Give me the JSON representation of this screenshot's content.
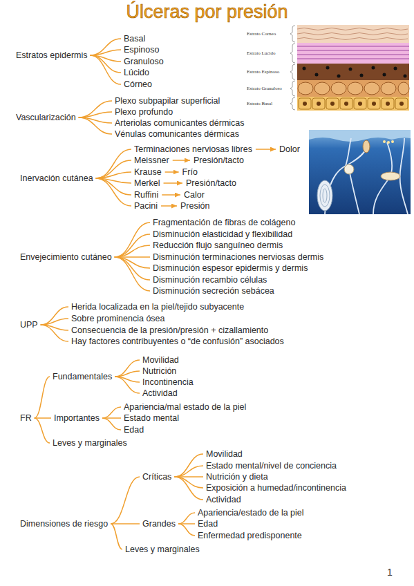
{
  "diagram": {
    "title": "Úlceras por presión",
    "nodes": [
      {
        "text": [
          "Estratos epidermis"
        ]
      },
      {
        "text": [
          "Basal"
        ]
      },
      {
        "text": [
          "Espinoso"
        ]
      },
      {
        "text": [
          "Granuloso"
        ]
      },
      {
        "text": [
          "Lúcido"
        ]
      },
      {
        "text": [
          "Córneo"
        ]
      },
      {
        "text": [
          "Vascularización"
        ]
      },
      {
        "text": [
          "Plexo subpapilar superficial"
        ]
      },
      {
        "text": [
          "Plexo profundo"
        ]
      },
      {
        "text": [
          "Arteriolas comunicantes dérmicas"
        ]
      },
      {
        "text": [
          "Vénulas comunicantes dérmicas"
        ]
      },
      {
        "text": [
          "Inervación cutánea"
        ]
      },
      {
        "text": [
          "Terminaciones nerviosas libres"
        ]
      },
      {
        "text": [
          "Dolor"
        ]
      },
      {
        "text": [
          "Meissner"
        ]
      },
      {
        "text": [
          "Presión/tacto"
        ]
      },
      {
        "text": [
          "Krause"
        ]
      },
      {
        "text": [
          "Frío"
        ]
      },
      {
        "text": [
          "Merkel"
        ]
      },
      {
        "text": [
          "Presión/tacto"
        ]
      },
      {
        "text": [
          "Ruffini"
        ]
      },
      {
        "text": [
          "Calor"
        ]
      },
      {
        "text": [
          "Pacini"
        ]
      },
      {
        "text": [
          "Presión"
        ]
      },
      {
        "text": [
          "Envejecimiento cutáneo"
        ]
      },
      {
        "text": [
          "Fragmentación de fibras de colágeno"
        ]
      },
      {
        "text": [
          "Disminución elasticidad y flexibilidad"
        ]
      },
      {
        "text": [
          "Reducción flujo sanguíneo dermis"
        ]
      },
      {
        "text": [
          "Disminución terminaciones nerviosas dermis"
        ]
      },
      {
        "text": [
          "Disminución espesor epidermis y dermis"
        ]
      },
      {
        "text": [
          "Disminución recambio células"
        ]
      },
      {
        "text": [
          "Disminución secreción sebácea"
        ]
      },
      {
        "text": [
          "UPP"
        ]
      },
      {
        "text": [
          "Herida localizada en la piel/tejido subyacente"
        ]
      },
      {
        "text": [
          "Sobre prominencia ósea"
        ]
      },
      {
        "text": [
          "Consecuencia de la presión/presión + cizallamiento"
        ]
      },
      {
        "text": [
          "Hay factores contribuyentes o “de confusión” asociados"
        ]
      },
      {
        "text": [
          "FR"
        ]
      },
      {
        "text": [
          "Fundamentales"
        ]
      },
      {
        "text": [
          "Movilidad"
        ]
      },
      {
        "text": [
          "Nutrición"
        ]
      },
      {
        "text": [
          "Incontinencia"
        ]
      },
      {
        "text": [
          "Actividad"
        ]
      },
      {
        "text": [
          "Importantes"
        ]
      },
      {
        "text": [
          "Apariencia/mal estado de la piel"
        ]
      },
      {
        "text": [
          "Estado mental"
        ]
      },
      {
        "text": [
          "Edad"
        ]
      },
      {
        "text": [
          "Leves y marginales"
        ]
      },
      {
        "text": [
          "Dimensiones de riesgo"
        ]
      },
      {
        "text": [
          "Críticas"
        ]
      },
      {
        "text": [
          "Movilidad"
        ]
      },
      {
        "text": [
          "Estado mental/nivel de conciencia"
        ]
      },
      {
        "text": [
          "Nutrición y dieta"
        ]
      },
      {
        "text": [
          "Exposición a humedad/incontinencia"
        ]
      },
      {
        "text": [
          "Actividad"
        ]
      },
      {
        "text": [
          "Grandes"
        ]
      },
      {
        "text": [
          "Apariencia/estado de la piel"
        ]
      },
      {
        "text": [
          "Edad"
        ]
      },
      {
        "text": [
          "Enfermedad predisponente"
        ]
      },
      {
        "text": [
          "Leves y marginales"
        ]
      }
    ],
    "edges": [
      {
        "from": 0,
        "to": 1,
        "arrow": "none"
      },
      {
        "from": 0,
        "to": 2,
        "arrow": "none"
      },
      {
        "from": 0,
        "to": 3,
        "arrow": "none"
      },
      {
        "from": 0,
        "to": 4,
        "arrow": "none"
      },
      {
        "from": 0,
        "to": 5,
        "arrow": "none"
      },
      {
        "from": 6,
        "to": 7,
        "arrow": "none"
      },
      {
        "from": 6,
        "to": 8,
        "arrow": "none"
      },
      {
        "from": 6,
        "to": 9,
        "arrow": "none"
      },
      {
        "from": 6,
        "to": 10,
        "arrow": "none"
      },
      {
        "from": 11,
        "to": 12,
        "arrow": "none"
      },
      {
        "from": 11,
        "to": 14,
        "arrow": "none"
      },
      {
        "from": 11,
        "to": 16,
        "arrow": "none"
      },
      {
        "from": 11,
        "to": 18,
        "arrow": "none"
      },
      {
        "from": 11,
        "to": 20,
        "arrow": "none"
      },
      {
        "from": 11,
        "to": 22,
        "arrow": "none"
      },
      {
        "from": 12,
        "to": 13,
        "arrow": "to"
      },
      {
        "from": 14,
        "to": 15,
        "arrow": "to"
      },
      {
        "from": 16,
        "to": 17,
        "arrow": "to"
      },
      {
        "from": 18,
        "to": 19,
        "arrow": "to"
      },
      {
        "from": 20,
        "to": 21,
        "arrow": "to"
      },
      {
        "from": 22,
        "to": 23,
        "arrow": "to"
      },
      {
        "from": 24,
        "to": 25,
        "arrow": "none"
      },
      {
        "from": 24,
        "to": 26,
        "arrow": "none"
      },
      {
        "from": 24,
        "to": 27,
        "arrow": "none"
      },
      {
        "from": 24,
        "to": 28,
        "arrow": "none"
      },
      {
        "from": 24,
        "to": 29,
        "arrow": "none"
      },
      {
        "from": 24,
        "to": 30,
        "arrow": "none"
      },
      {
        "from": 24,
        "to": 31,
        "arrow": "none"
      },
      {
        "from": 32,
        "to": 33,
        "arrow": "none"
      },
      {
        "from": 32,
        "to": 34,
        "arrow": "none"
      },
      {
        "from": 32,
        "to": 35,
        "arrow": "none"
      },
      {
        "from": 32,
        "to": 36,
        "arrow": "none"
      },
      {
        "from": 37,
        "to": 38,
        "arrow": "none"
      },
      {
        "from": 37,
        "to": 43,
        "arrow": "none"
      },
      {
        "from": 37,
        "to": 47,
        "arrow": "none"
      },
      {
        "from": 38,
        "to": 39,
        "arrow": "none"
      },
      {
        "from": 38,
        "to": 40,
        "arrow": "none"
      },
      {
        "from": 38,
        "to": 41,
        "arrow": "none"
      },
      {
        "from": 38,
        "to": 42,
        "arrow": "none"
      },
      {
        "from": 43,
        "to": 44,
        "arrow": "none"
      },
      {
        "from": 43,
        "to": 45,
        "arrow": "none"
      },
      {
        "from": 43,
        "to": 46,
        "arrow": "none"
      },
      {
        "from": 48,
        "to": 49,
        "arrow": "none"
      },
      {
        "from": 48,
        "to": 55,
        "arrow": "none"
      },
      {
        "from": 48,
        "to": 59,
        "arrow": "none"
      },
      {
        "from": 49,
        "to": 50,
        "arrow": "none"
      },
      {
        "from": 49,
        "to": 51,
        "arrow": "none"
      },
      {
        "from": 49,
        "to": 52,
        "arrow": "none"
      },
      {
        "from": 49,
        "to": 53,
        "arrow": "none"
      },
      {
        "from": 49,
        "to": 54,
        "arrow": "none"
      },
      {
        "from": 55,
        "to": 56,
        "arrow": "none"
      },
      {
        "from": 55,
        "to": 57,
        "arrow": "none"
      },
      {
        "from": 55,
        "to": 58,
        "arrow": "none"
      }
    ],
    "labels": [
      "Estrato Corneo",
      "Estrato Lucido",
      "Estrato Espinoso",
      "Estrato Granuloso",
      "Estrato Basal",
      "1"
    ]
  }
}
